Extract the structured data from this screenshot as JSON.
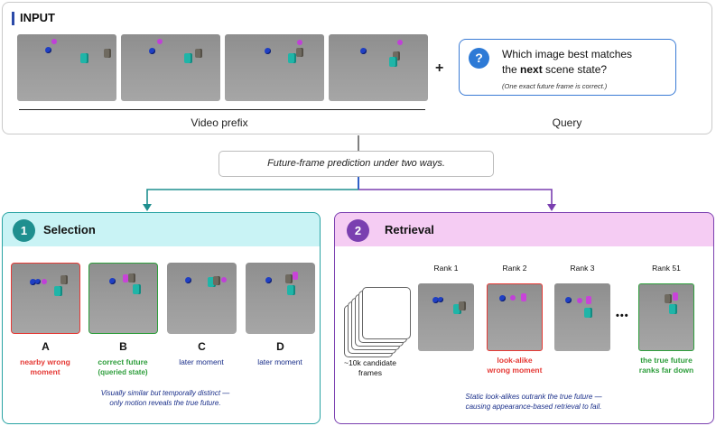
{
  "input": {
    "title": "INPUT",
    "prefix_label": "Video prefix",
    "plus": "+",
    "query_label": "Query",
    "query": {
      "icon": "?",
      "line1": "Which image best matches",
      "line2_pre": "the ",
      "line2_bold": "next",
      "line2_post": " scene state?",
      "note": "(One exact future frame is correct.)"
    }
  },
  "center": {
    "label": "Future-frame prediction under two ways."
  },
  "selection": {
    "number": "1",
    "title": "Selection",
    "options": [
      {
        "letter": "A",
        "caption1": "nearby wrong",
        "caption2": "moment",
        "color": "#e53935"
      },
      {
        "letter": "B",
        "caption1": "correct future",
        "caption2": "(queried state)",
        "color": "#2e9e3c"
      },
      {
        "letter": "C",
        "caption1": "later moment",
        "caption2": "",
        "color": "#1a2f8a"
      },
      {
        "letter": "D",
        "caption1": "later moment",
        "caption2": "",
        "color": "#1a2f8a"
      }
    ],
    "footnote1": "Visually similar but temporally distinct —",
    "footnote2": "only motion reveals the true future."
  },
  "retrieval": {
    "number": "2",
    "title": "Retrieval",
    "candidates_line1": "~10k candidate",
    "candidates_line2": "frames",
    "ranks": [
      {
        "label": "Rank 1",
        "caption1": "",
        "caption2": ""
      },
      {
        "label": "Rank 2",
        "caption1": "look-alike",
        "caption2": "wrong moment",
        "color": "#e53935"
      },
      {
        "label": "Rank 3",
        "caption1": "",
        "caption2": ""
      },
      {
        "label": "Rank 51",
        "caption1": "the true future",
        "caption2": "ranks far down",
        "color": "#2e9e3c"
      }
    ],
    "ellipsis": "•••",
    "footnote1": "Static look-alikes outrank the true future —",
    "footnote2": "causing appearance-based retrieval to fail."
  },
  "colors": {
    "selection_accent": "#1f8f8f",
    "retrieval_accent": "#7a3fb0",
    "query_accent": "#2d7ad6"
  }
}
